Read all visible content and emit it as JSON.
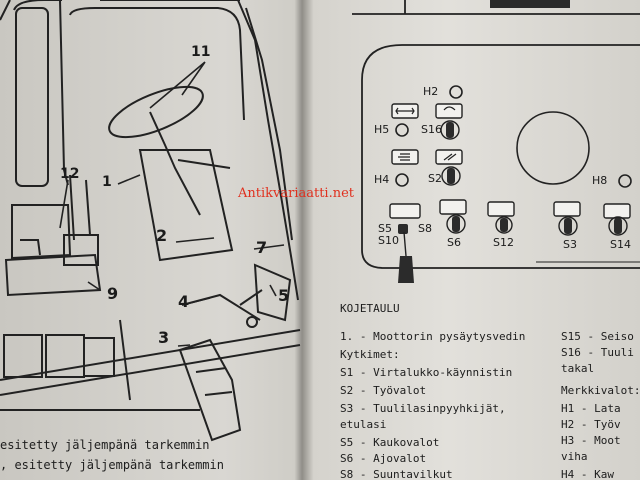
{
  "left_page": {
    "callouts": [
      "11",
      "12",
      "1",
      "2",
      "7",
      "5",
      "9",
      "4",
      "3"
    ],
    "captions": [
      "esitetty jäljempänä tarkemmin",
      ", esitetty jäljempänä tarkemmin"
    ]
  },
  "right_page": {
    "panel_labels": [
      "H2",
      "H5",
      "S16",
      "H4",
      "S2",
      "H8",
      "S5",
      "S10",
      "S8",
      "S6",
      "S12",
      "S3",
      "S14"
    ],
    "section_title": "KOJETAULU",
    "item_1": "1.  - Moottorin pysäytysvedin",
    "kytkimet_header": "Kytkimet:",
    "switch_list": [
      "S1  - Virtalukko-käynnistin",
      "S2  - Työvalot",
      "S3  - Tuulilasinpyyhkijät,",
      "       etulasi",
      "S5  - Kaukovalot",
      "S6  - Ajovalot",
      "S8  - Suuntavilkut"
    ],
    "col2": [
      "S15 - Seiso",
      "S16 - Tuuli",
      "       takal",
      "Merkkivalot:",
      "H1  - Lata",
      "H2  - Työv",
      "H3  - Moot",
      "       viha",
      "H4  - Kaw"
    ]
  },
  "watermark": "Antikvariaatti.net"
}
